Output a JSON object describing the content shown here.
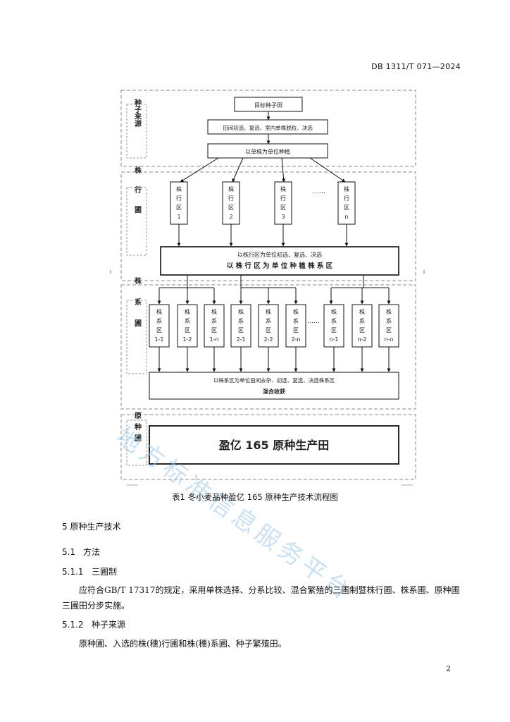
{
  "header": {
    "doc_code": "DB 1311/T 071—2024"
  },
  "flowchart": {
    "sections": {
      "seed_source": "种子来源",
      "plant_row": "株行圃",
      "plant_line": "株系圃",
      "original": "原种圃"
    },
    "top": {
      "target_field": "目标种子田",
      "selection": "田间初选、复选、室内单株脱粒、决选",
      "single_plant": "以单株为单位种植"
    },
    "rows": [
      {
        "a": "株",
        "b": "行",
        "c": "区",
        "d": "1"
      },
      {
        "a": "株",
        "b": "行",
        "c": "区",
        "d": "2"
      },
      {
        "a": "株",
        "b": "行",
        "c": "区",
        "d": "3"
      },
      {
        "a": "株",
        "b": "行",
        "c": "区",
        "d": "n"
      }
    ],
    "ellipsis": "……",
    "row_unit_line1": "以株行区为单位初选、复选、决选",
    "row_unit_line2": "以 株 行 区 为 单 位 种 植 株 系 区",
    "lines": [
      {
        "a": "株",
        "b": "系",
        "c": "区",
        "d": "1-1"
      },
      {
        "a": "株",
        "b": "系",
        "c": "区",
        "d": "1-2"
      },
      {
        "a": "株",
        "b": "系",
        "c": "区",
        "d": "1-n"
      },
      {
        "a": "株",
        "b": "系",
        "c": "区",
        "d": "2-1"
      },
      {
        "a": "株",
        "b": "系",
        "c": "区",
        "d": "2-2"
      },
      {
        "a": "株",
        "b": "系",
        "c": "区",
        "d": "2-n"
      },
      {
        "a": "株",
        "b": "系",
        "c": "区",
        "d": "n-1"
      },
      {
        "a": "株",
        "b": "系",
        "c": "区",
        "d": "n-2"
      },
      {
        "a": "株",
        "b": "系",
        "c": "区",
        "d": "n-n"
      }
    ],
    "line_unit_line1": "以株系区为单位田间去杂、初选、复选、决选株系区",
    "line_unit_line2": "混合收获",
    "final": "盈亿 165 原种生产田"
  },
  "caption": "表1  冬小麦品种盈亿 165 原种生产技术流程图",
  "sections": {
    "s5": "5  原种生产技术",
    "s51_num": "5.1",
    "s51_title": "方法",
    "s511_num": "5.1.1",
    "s511_title": "三圃制",
    "s511_text": "应符合GB/T 17317的规定，采用单株选择、分系比较、混合繁殖的三圃制暨株行圃、株系圃、原种圃三圃田分步实施。",
    "s512_num": "5.1.2",
    "s512_title": "种子来源",
    "s512_text": "原种圃、入选的株(穗)行圃和株(穗)系圃、种子繁殖田。"
  },
  "watermark": "地方标准信息服务平台",
  "page_number": "2"
}
